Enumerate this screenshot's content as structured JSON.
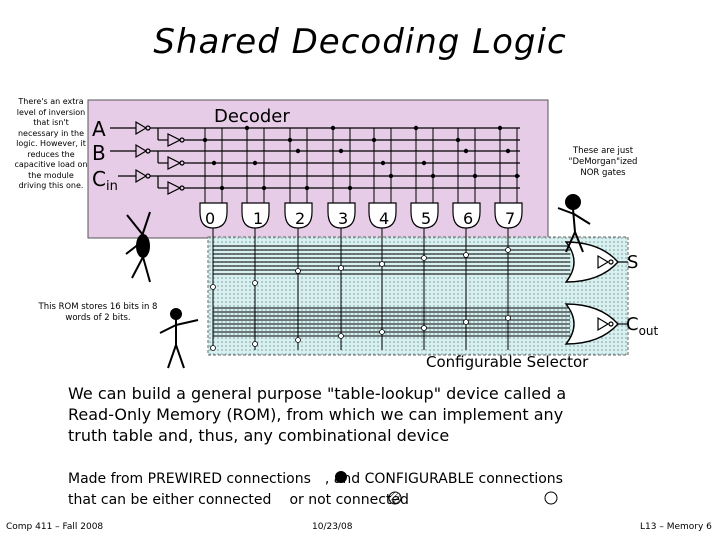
{
  "title": "Shared Decoding Logic",
  "note_left": "There's an extra level of inversion that isn't necessary in the logic. However, it reduces the capacitive load on the module driving this one.",
  "note_right": "These are just \"DeMorgan\"ized NOR gates",
  "note_rom": "This ROM stores 16 bits in 8 words of 2 bits.",
  "decoder_label": "Decoder",
  "inputs": [
    "A",
    "B",
    "C"
  ],
  "cin_subscript": "in",
  "decoder_outputs": [
    "0",
    "1",
    "2",
    "3",
    "4",
    "5",
    "6",
    "7"
  ],
  "output_s": "S",
  "output_cout": "C",
  "cout_subscript": "out",
  "selector_label": "Configurable Selector",
  "body_text": "We can build a general purpose \"table-lookup\" device called a Read-Only Memory (ROM), from which we can implement any truth table and, thus, any combinational device",
  "body_line2_a": "Made from PREWIRED connections",
  "body_line2_b": ", and CONFIGURABLE connections that can be either connected",
  "body_line2_c": "or not connected",
  "footer": {
    "left": "Comp 411 – Fall 2008",
    "center": "10/23/08",
    "right": "L13 – Memory  6"
  },
  "colors": {
    "decoder_fill": "#e6cce6",
    "selector_fill": "#d9f0f0"
  }
}
